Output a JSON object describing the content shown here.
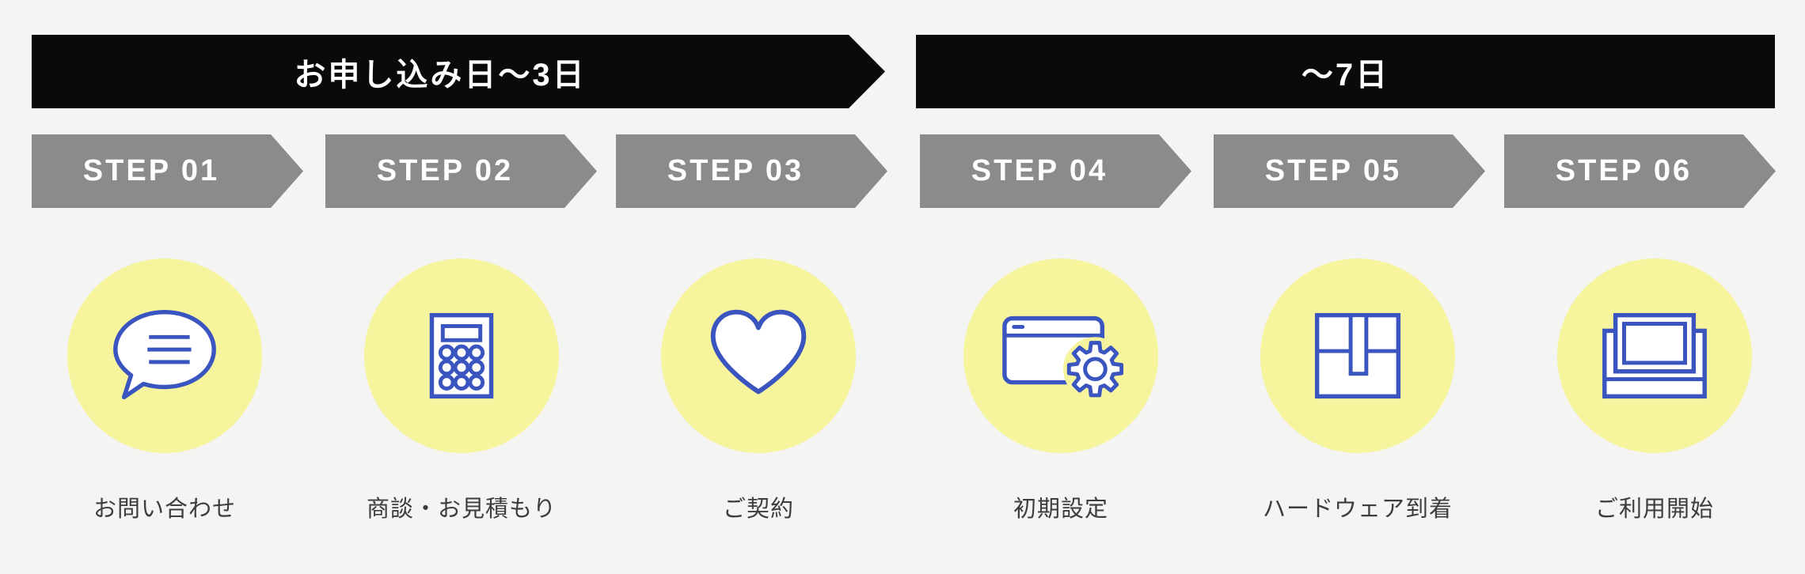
{
  "phases": [
    {
      "label": "お申し込み日〜3日"
    },
    {
      "label": "〜7日"
    }
  ],
  "steps": [
    {
      "step": "STEP 01",
      "title": "お問い合わせ",
      "icon": "speech-bubble"
    },
    {
      "step": "STEP 02",
      "title": "商談・お見積もり",
      "icon": "calculator"
    },
    {
      "step": "STEP 03",
      "title": "ご契約",
      "icon": "heart"
    },
    {
      "step": "STEP 04",
      "title": "初期設定",
      "icon": "browser-settings"
    },
    {
      "step": "STEP 05",
      "title": "ハードウェア到着",
      "icon": "package-box"
    },
    {
      "step": "STEP 06",
      "title": "ご利用開始",
      "icon": "pos-terminal"
    }
  ],
  "colors": {
    "background": "#f4f4f2",
    "banner_black": "#0a0a0a",
    "step_gray": "#8b8b8a",
    "circle_yellow": "#f6f49c",
    "icon_blue": "#3b55c0",
    "label_text": "#3d3d3d"
  }
}
